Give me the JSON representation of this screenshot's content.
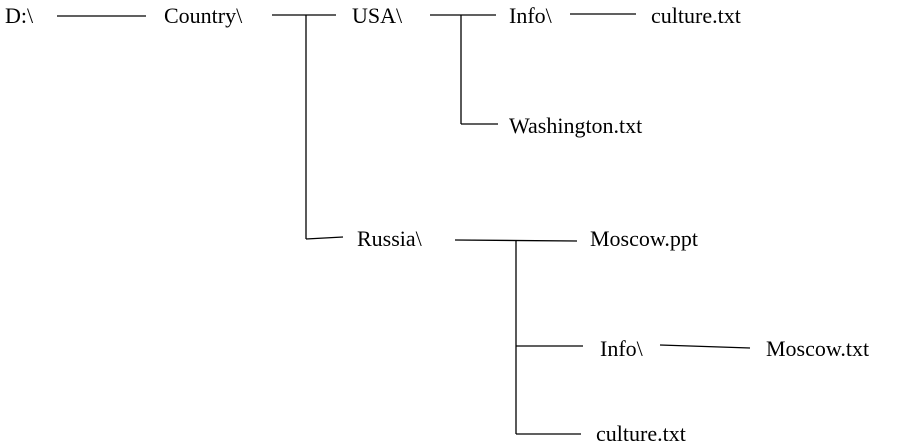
{
  "tree": {
    "root": {
      "label": "D:\\"
    },
    "country": {
      "label": "Country\\"
    },
    "usa": {
      "label": "USA\\"
    },
    "usa_info": {
      "label": "Info\\"
    },
    "usa_info_culture": {
      "label": "culture.txt"
    },
    "usa_washington": {
      "label": "Washington.txt"
    },
    "russia": {
      "label": "Russia\\"
    },
    "russia_moscow_ppt": {
      "label": "Moscow.ppt"
    },
    "russia_info": {
      "label": "Info\\"
    },
    "russia_info_moscow": {
      "label": "Moscow.txt"
    },
    "russia_culture": {
      "label": "culture.txt"
    }
  }
}
